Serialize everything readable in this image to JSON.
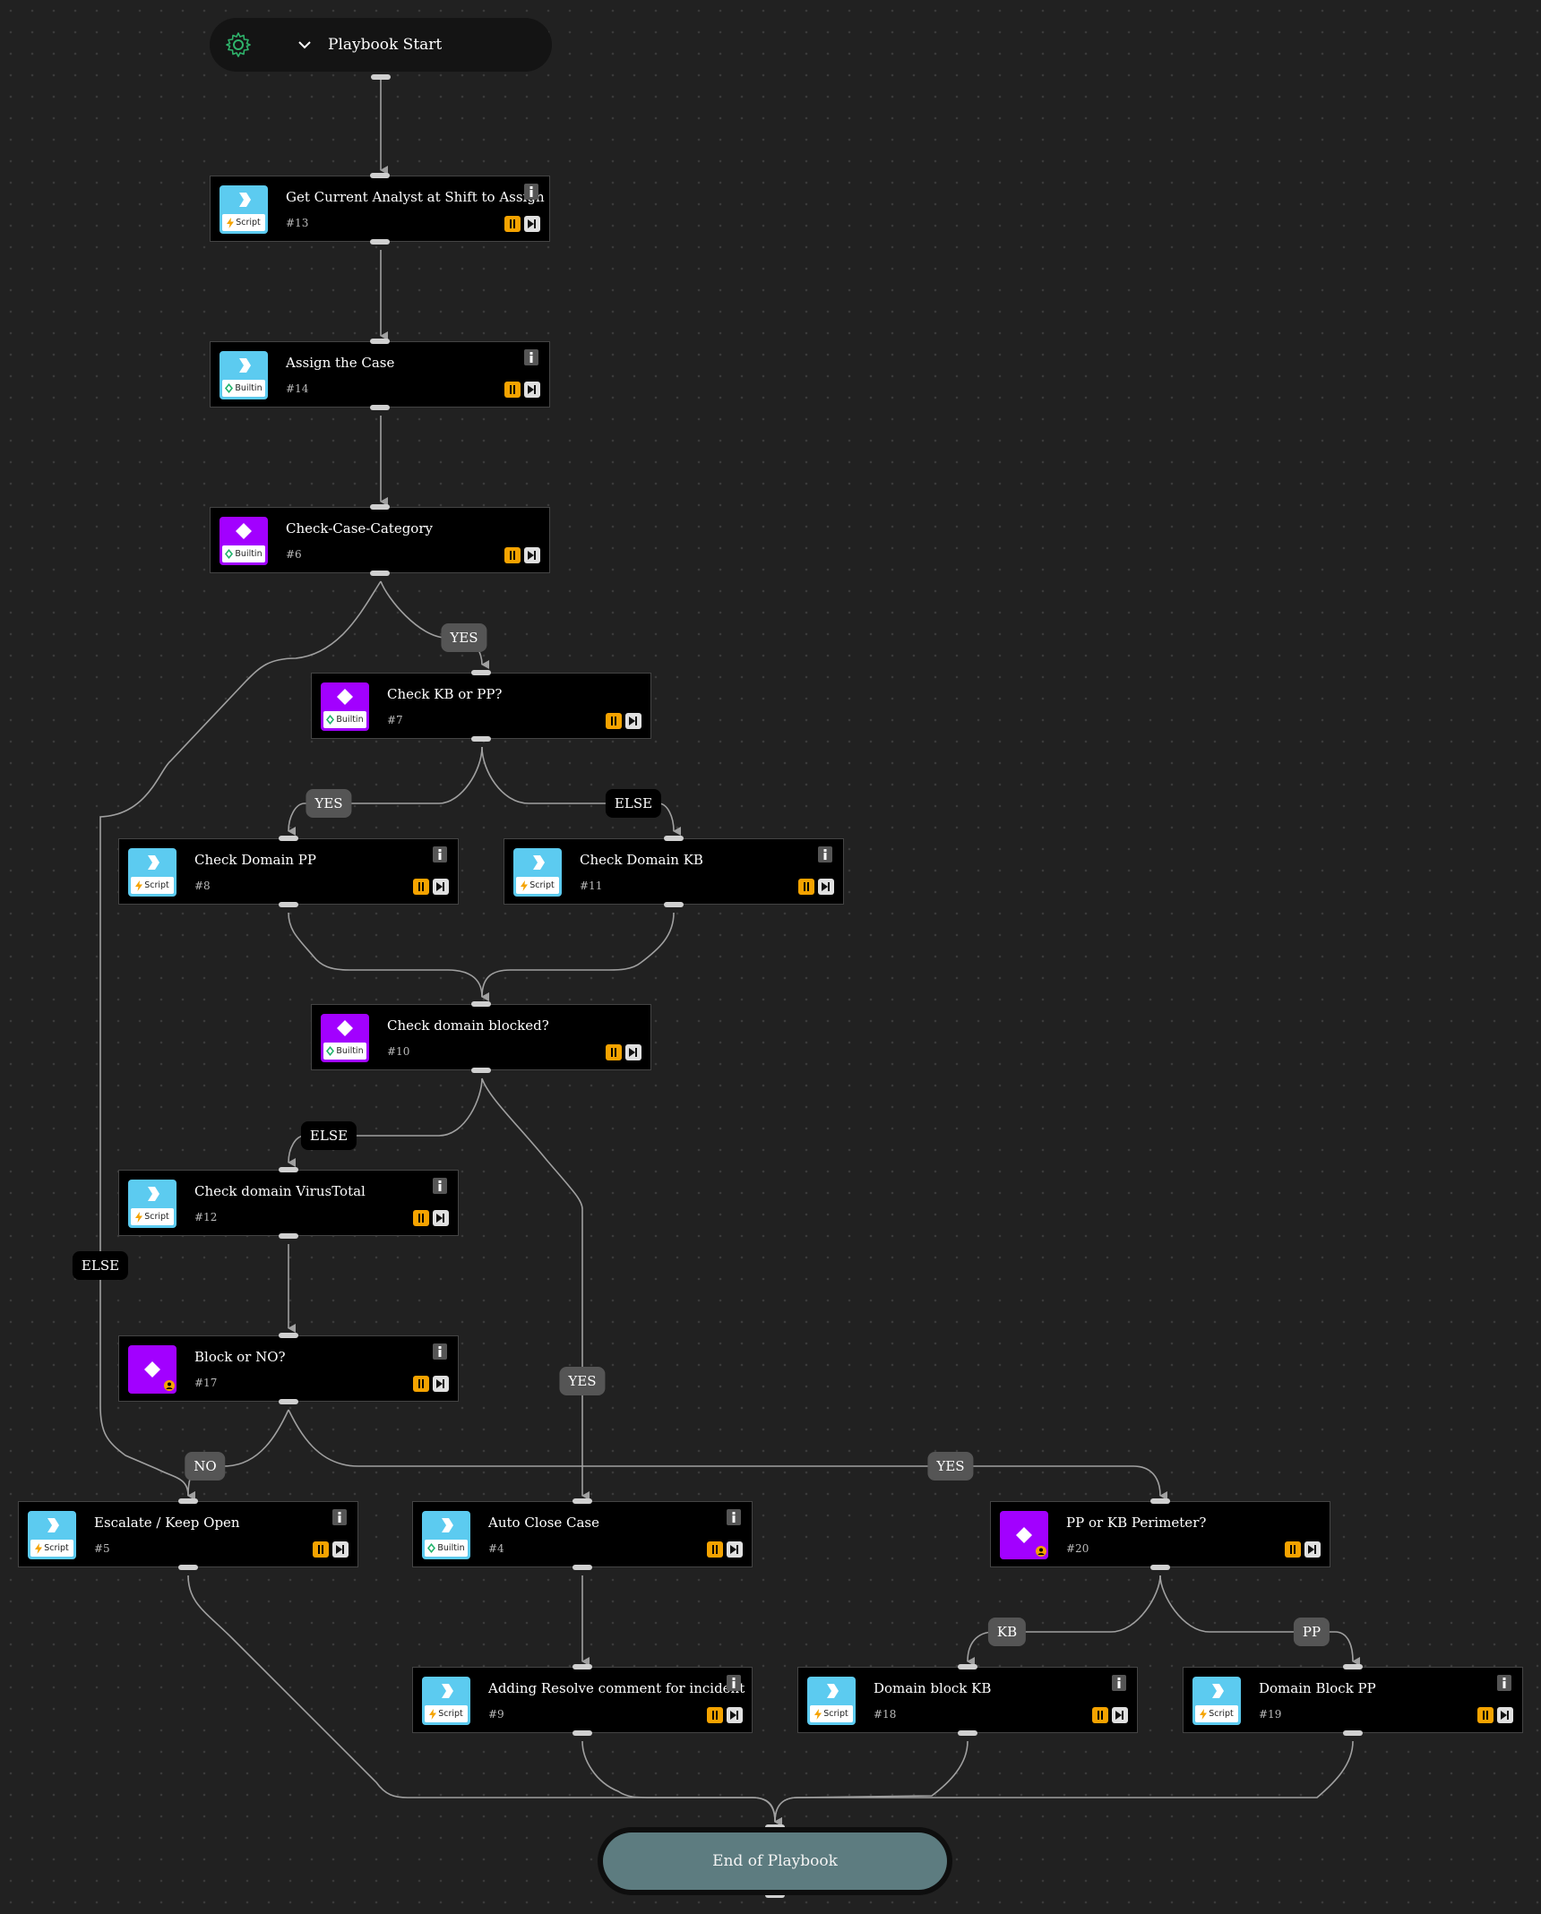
{
  "start": {
    "label": "Playbook Start",
    "icon": "gear-icon"
  },
  "end": {
    "label": "End of Playbook"
  },
  "colors": {
    "script_badge": "#5ccbf0",
    "condition_badge": "#a200ff",
    "end_fill": "#5d7c80",
    "edge": "#a0a0a0"
  },
  "tasks": [
    {
      "id": "13",
      "title": "Get Current Analyst at Shift to Assign",
      "num": "#13",
      "kind": "blue",
      "tag": "Script",
      "info": true
    },
    {
      "id": "14",
      "title": "Assign the Case",
      "num": "#14",
      "kind": "blue",
      "tag": "Builtin",
      "info": true
    },
    {
      "id": "6",
      "title": "Check-Case-Category",
      "num": "#6",
      "kind": "purple",
      "tag": "Builtin",
      "info": false
    },
    {
      "id": "7",
      "title": "Check KB or PP?",
      "num": "#7",
      "kind": "purple",
      "tag": "Builtin",
      "info": false
    },
    {
      "id": "8",
      "title": "Check Domain PP",
      "num": "#8",
      "kind": "blue",
      "tag": "Script",
      "info": true
    },
    {
      "id": "11",
      "title": "Check Domain KB",
      "num": "#11",
      "kind": "blue",
      "tag": "Script",
      "info": true
    },
    {
      "id": "10",
      "title": "Check domain blocked?",
      "num": "#10",
      "kind": "purple",
      "tag": "Builtin",
      "info": false
    },
    {
      "id": "12",
      "title": "Check domain VirusTotal",
      "num": "#12",
      "kind": "blue",
      "tag": "Script",
      "info": true
    },
    {
      "id": "17",
      "title": "Block or NO?",
      "num": "#17",
      "kind": "purple",
      "tag": "",
      "info": true
    },
    {
      "id": "5",
      "title": "Escalate / Keep Open",
      "num": "#5",
      "kind": "blue",
      "tag": "Script",
      "info": true
    },
    {
      "id": "4",
      "title": "Auto Close Case",
      "num": "#4",
      "kind": "blue",
      "tag": "Builtin",
      "info": true
    },
    {
      "id": "20",
      "title": "PP or KB Perimeter?",
      "num": "#20",
      "kind": "purple",
      "tag": "",
      "info": false
    },
    {
      "id": "9",
      "title": "Adding Resolve comment for incident",
      "num": "#9",
      "kind": "blue",
      "tag": "Script",
      "info": true
    },
    {
      "id": "18",
      "title": "Domain block KB",
      "num": "#18",
      "kind": "blue",
      "tag": "Script",
      "info": true
    },
    {
      "id": "19",
      "title": "Domain Block PP",
      "num": "#19",
      "kind": "blue",
      "tag": "Script",
      "info": true
    }
  ],
  "labels": [
    {
      "text": "YES",
      "style": "grey"
    },
    {
      "text": "YES",
      "style": "grey"
    },
    {
      "text": "ELSE",
      "style": "black"
    },
    {
      "text": "ELSE",
      "style": "black"
    },
    {
      "text": "ELSE",
      "style": "black"
    },
    {
      "text": "YES",
      "style": "grey"
    },
    {
      "text": "NO",
      "style": "grey"
    },
    {
      "text": "YES",
      "style": "grey"
    },
    {
      "text": "KB",
      "style": "grey"
    },
    {
      "text": "PP",
      "style": "grey"
    }
  ]
}
